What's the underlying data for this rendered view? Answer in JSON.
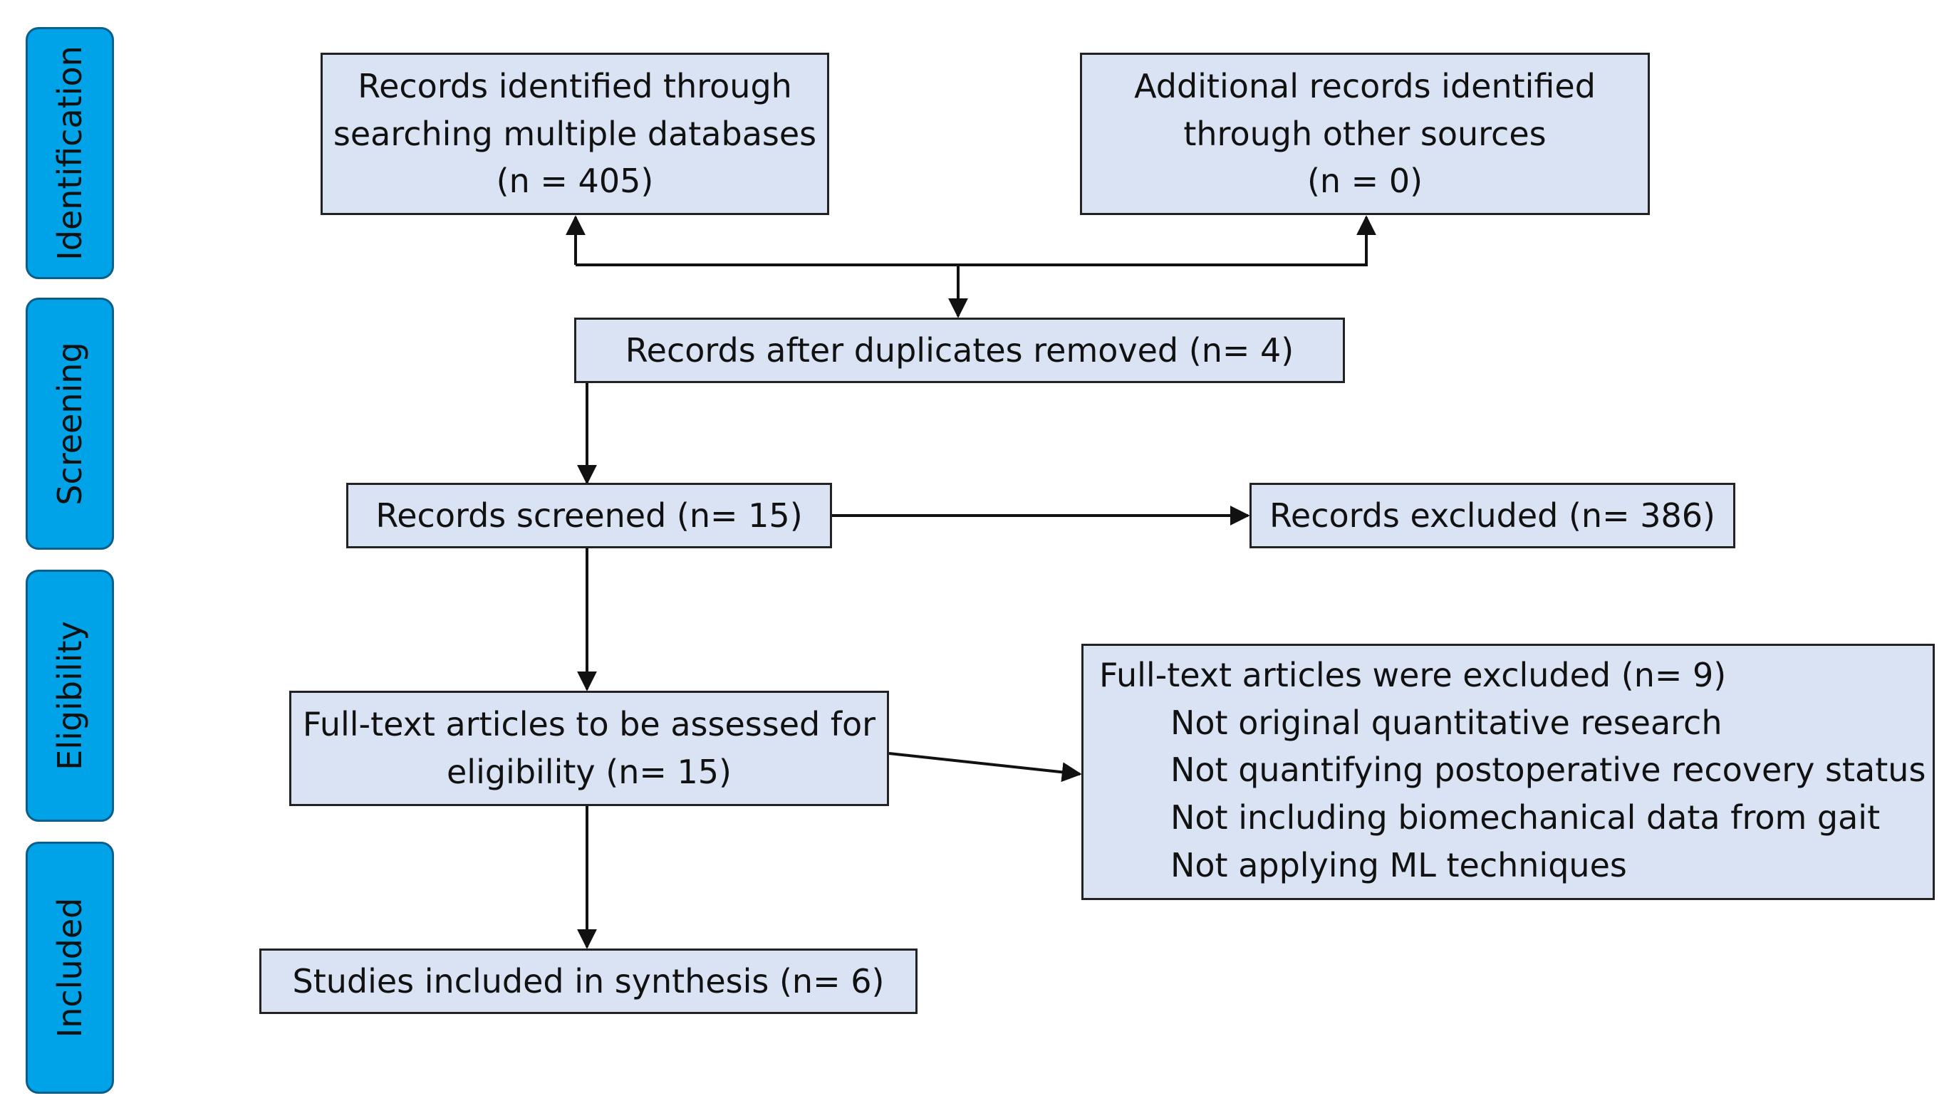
{
  "phases": {
    "identification": "Identification",
    "screening": "Screening",
    "eligibility": "Eligibility",
    "included": "Included"
  },
  "boxes": {
    "databases": [
      "Records identified through",
      "searching multiple databases",
      "(n = 405)"
    ],
    "other_sources": [
      "Additional records identified",
      "through other sources",
      "(n = 0)"
    ],
    "duplicates_removed": "Records after duplicates removed (n= 4)",
    "screened": "Records screened (n= 15)",
    "excluded": "Records excluded (n= 386)",
    "fulltext_assessed": [
      "Full-text articles to be assessed for",
      "eligibility (n= 15)"
    ],
    "fulltext_excluded": {
      "heading": "Full-text articles were excluded (n=   9)",
      "reasons": [
        "Not original quantitative research",
        "Not quantifying postoperative recovery status",
        "Not including biomechanical data from gait",
        "Not applying ML techniques"
      ]
    },
    "included_synthesis": "Studies included in synthesis (n=  6)"
  },
  "colors": {
    "phase_fill": "#00a2e8",
    "box_fill": "#dae3f3",
    "stroke": "#222222"
  }
}
